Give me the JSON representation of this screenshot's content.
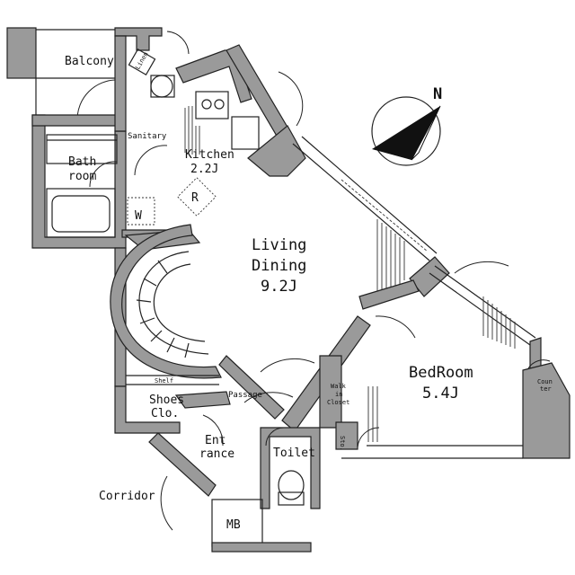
{
  "rooms": {
    "balcony": "Balcony",
    "linen": "Linen",
    "sanitary": "Sanitary",
    "bath_line1": "Bath",
    "bath_line2": "room",
    "washer": "W",
    "kitchen_line1": "Kitchen",
    "kitchen_line2": "2.2J",
    "refrigerator": "R",
    "living_line1": "Living",
    "living_line2": "Dining",
    "living_line3": "9.2J",
    "bedroom_line1": "BedRoom",
    "bedroom_line2": "5.4J",
    "walkin_line1": "Walk",
    "walkin_line2": "in",
    "walkin_line3": "Closet",
    "storage": "Sto.",
    "counter_line1": "Coun",
    "counter_line2": "ter",
    "shelf": "Shelf",
    "shoes_line1": "Shoes",
    "shoes_line2": "Clo.",
    "passage": "Passage",
    "entrance_line1": "Ent",
    "entrance_line2": "rance",
    "toilet": "Toilet",
    "corridor": "Corridor",
    "mb": "MB"
  },
  "compass": {
    "label": "N"
  },
  "colors": {
    "wall": "#9a9a9a",
    "line": "#222222",
    "background": "#ffffff"
  }
}
